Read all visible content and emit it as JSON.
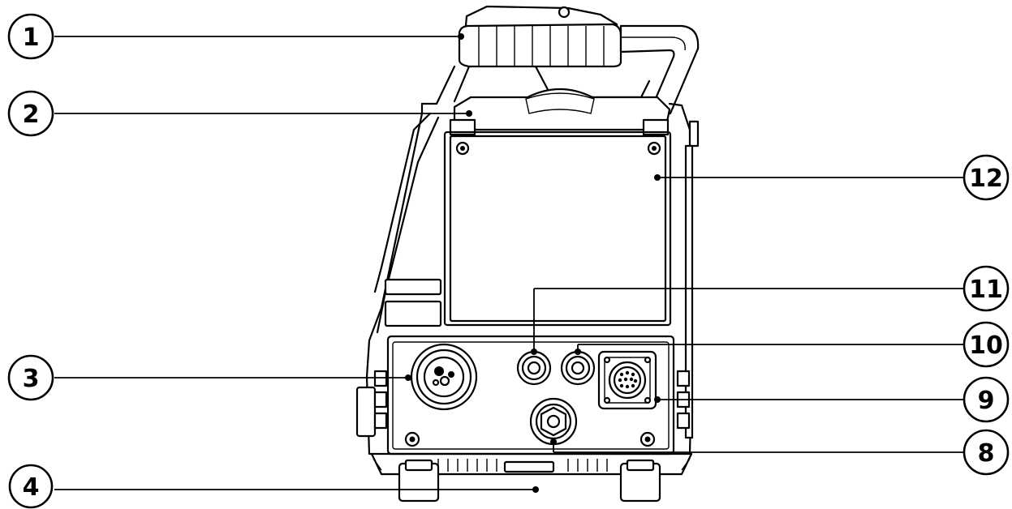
{
  "callouts": {
    "c1": "1",
    "c2": "2",
    "c3": "3",
    "c4": "4",
    "c8": "8",
    "c9": "9",
    "c10": "10",
    "c11": "11",
    "c12": "12"
  },
  "colors": {
    "ink": "#000000",
    "background": "#ffffff"
  }
}
